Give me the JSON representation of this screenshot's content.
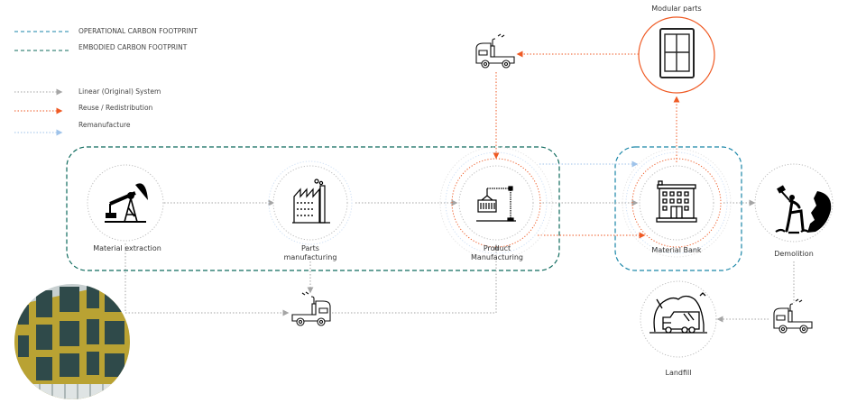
{
  "legend": {
    "footprints": [
      {
        "label": "OPERATIONAL CARBON FOOTPRINT",
        "color": "#1a86a8"
      },
      {
        "label": "EMBODIED CARBON FOOTPRINT",
        "color": "#0f6b5e"
      }
    ],
    "flows": [
      {
        "label": "Linear (Original)  System",
        "color": "#a5a5a5"
      },
      {
        "label": "Reuse / Redistribution",
        "color": "#ef5a24"
      },
      {
        "label": "Remanufacture",
        "color": "#9fc3ea"
      }
    ]
  },
  "nodes": {
    "material_extraction": {
      "label": "Material extraction",
      "icon": "oil-pump-icon"
    },
    "parts_manufacturing": {
      "label_line1": "Parts",
      "label_line2": "manufacturing",
      "icon": "factory-icon"
    },
    "product_manufacturing": {
      "label_line1": "Product",
      "label_line2": "Manufacturing",
      "icon": "crane-container-icon"
    },
    "material_bank": {
      "label": "Material Bank",
      "icon": "building-icon"
    },
    "modular_parts": {
      "label": "Modular parts",
      "icon": "window-icon"
    },
    "demolition": {
      "label": "Demolition",
      "icon": "demolition-worker-icon"
    },
    "landfill": {
      "label": "Landfill",
      "icon": "garbage-truck-landfill-icon"
    }
  },
  "colors": {
    "linear": "#a5a5a5",
    "reuse": "#ef5a24",
    "remanufacture": "#9fc3ea",
    "operational": "#1a86a8",
    "embodied": "#0f6b5e"
  }
}
